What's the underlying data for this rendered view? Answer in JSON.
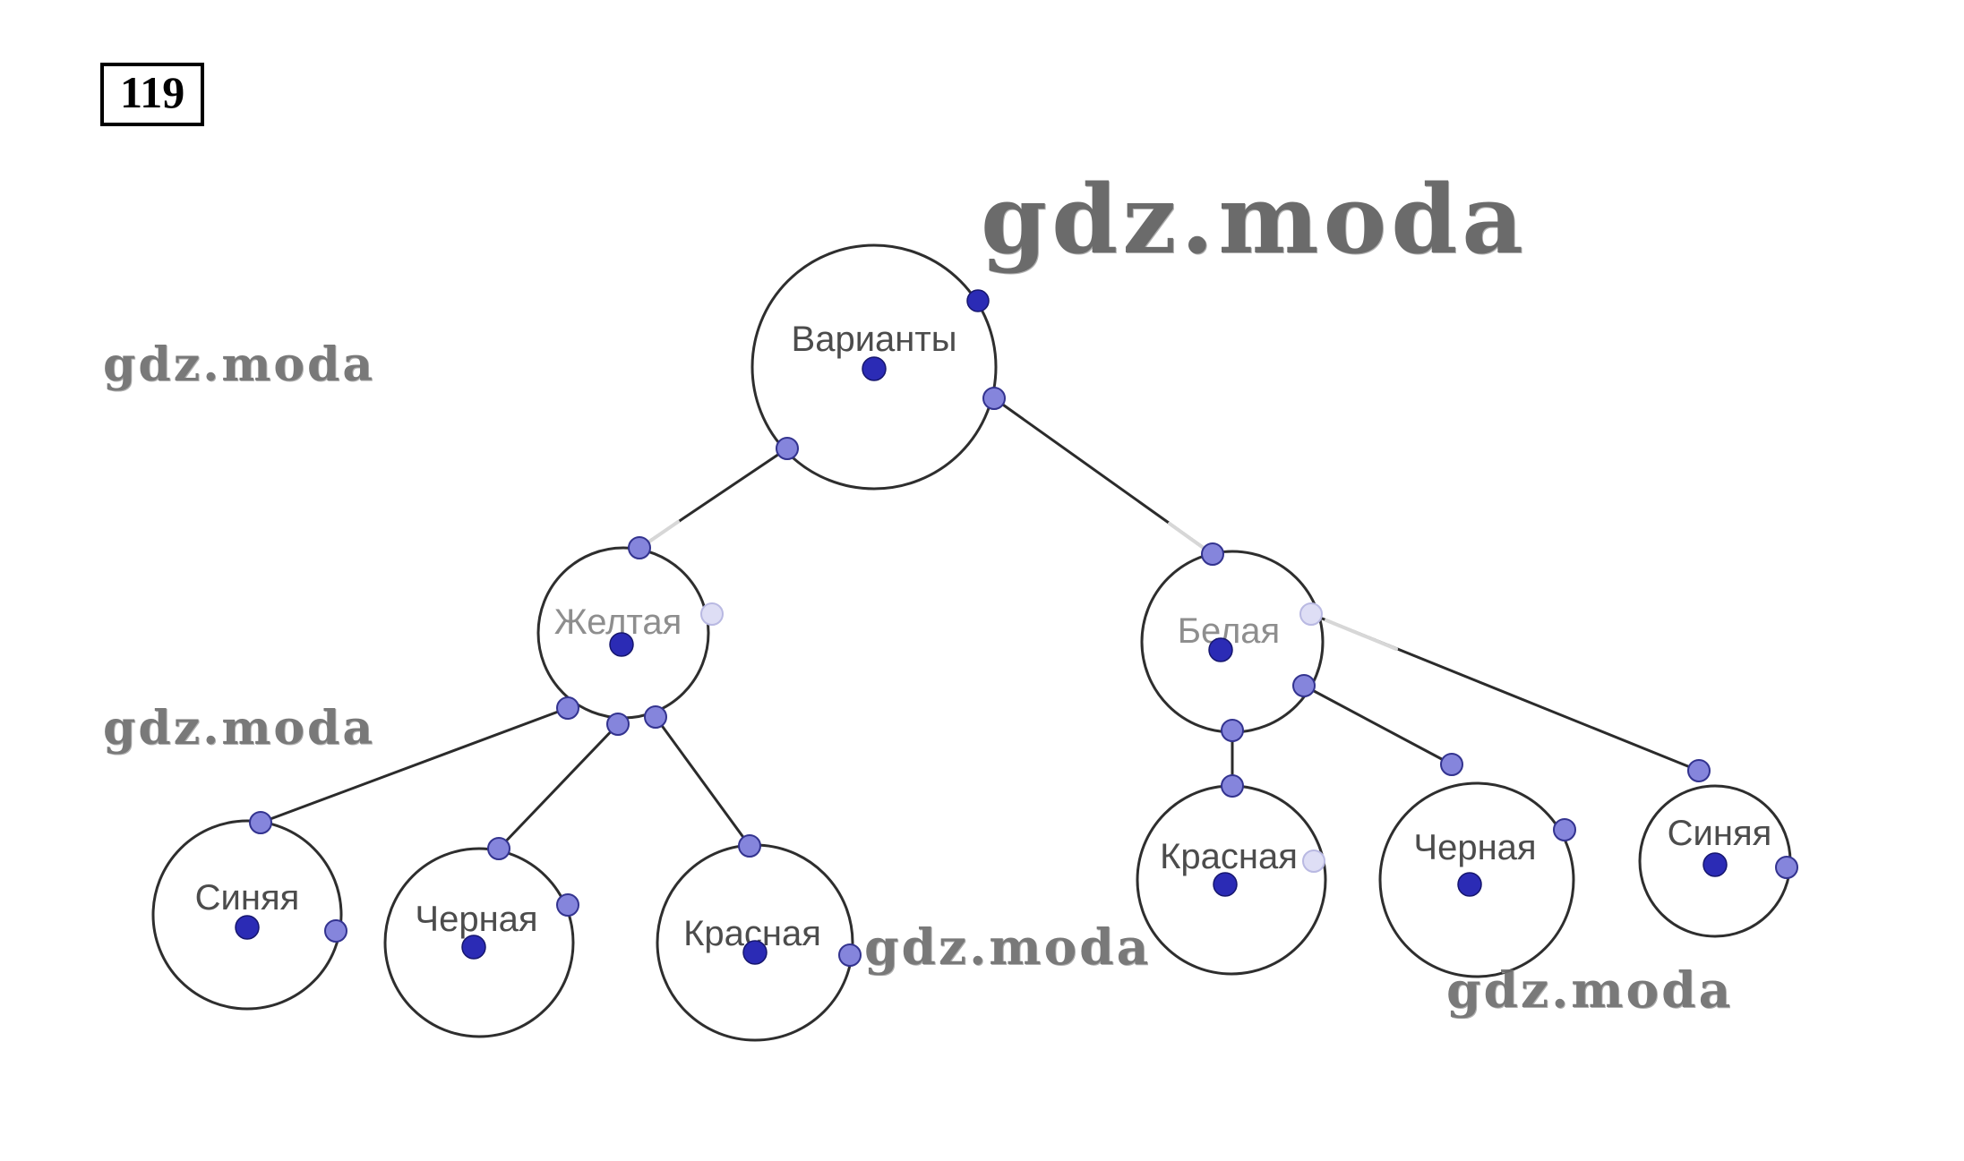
{
  "title_box": {
    "number": "119"
  },
  "watermark": {
    "text": "gdz.moda"
  },
  "tree": {
    "root": {
      "label": "Варианты"
    },
    "branches": [
      {
        "label": "Желтая",
        "children": [
          "Синяя",
          "Черная",
          "Красная"
        ]
      },
      {
        "label": "Белая",
        "children": [
          "Красная",
          "Черная",
          "Синяя"
        ]
      }
    ]
  },
  "colors": {
    "circle_stroke": "#2e2e2e",
    "center_dot": "#2b2bb5",
    "edge_dot": "#8585dc",
    "faded_dot": "#dedef5",
    "label": "#4c4c4c",
    "faded_label": "#8e8e8e",
    "watermark": "#6b6b6b"
  }
}
